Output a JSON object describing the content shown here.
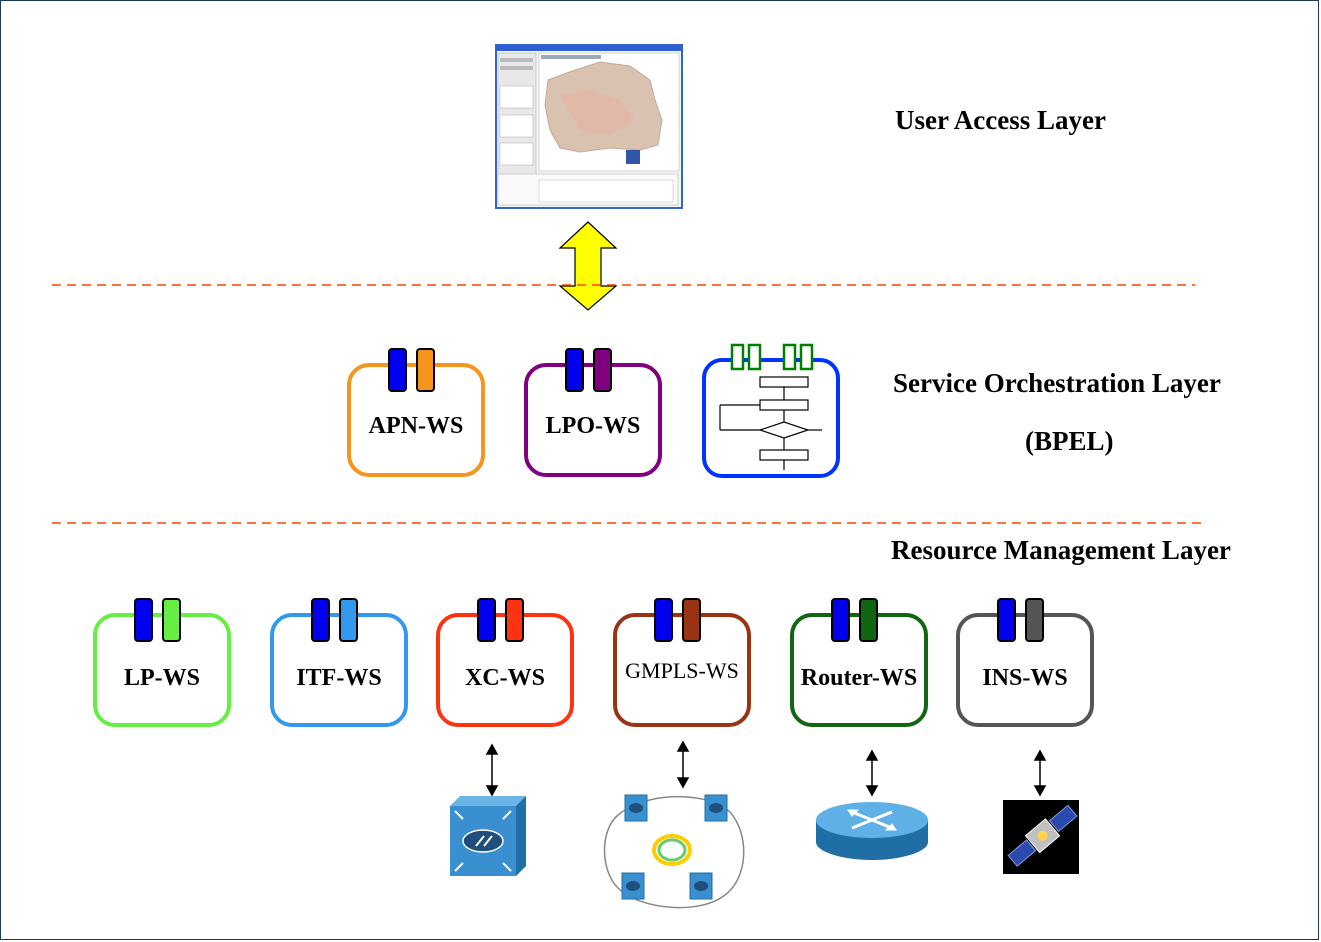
{
  "layers": {
    "user_access": "User Access Layer",
    "service_orchestration": "Service Orchestration Layer",
    "service_orchestration_sub": "(BPEL)",
    "resource_management": "Resource Management Layer"
  },
  "orchestration_services": [
    {
      "label": "APN-WS",
      "color": "#f7941d",
      "port_color": "#f7941d"
    },
    {
      "label": "LPO-WS",
      "color": "#800080",
      "port_color": "#800080"
    }
  ],
  "bpel_workflow_color": "#0033ff",
  "bpel_ports_color": "#008000",
  "resource_services": [
    {
      "label": "LP-WS",
      "color": "#66ee44",
      "port_color": "#66ee44"
    },
    {
      "label": "ITF-WS",
      "color": "#3399ee",
      "port_color": "#3399ee"
    },
    {
      "label": "XC-WS",
      "color": "#ff3311",
      "port_color": "#ff3311"
    },
    {
      "label": "GMPLS-WS",
      "color": "#993311",
      "port_color": "#993311"
    },
    {
      "label": "Router-WS",
      "color": "#116611",
      "port_color": "#116611"
    },
    {
      "label": "INS-WS",
      "color": "#555555",
      "port_color": "#555555"
    }
  ],
  "common_port_color": "#0000ee",
  "divider_color": "#ff4400",
  "arrow_color": "#ffff00",
  "devices": [
    "cross-connect-switch-icon",
    "gmpls-network-cloud-icon",
    "router-icon",
    "satellite-icon"
  ]
}
